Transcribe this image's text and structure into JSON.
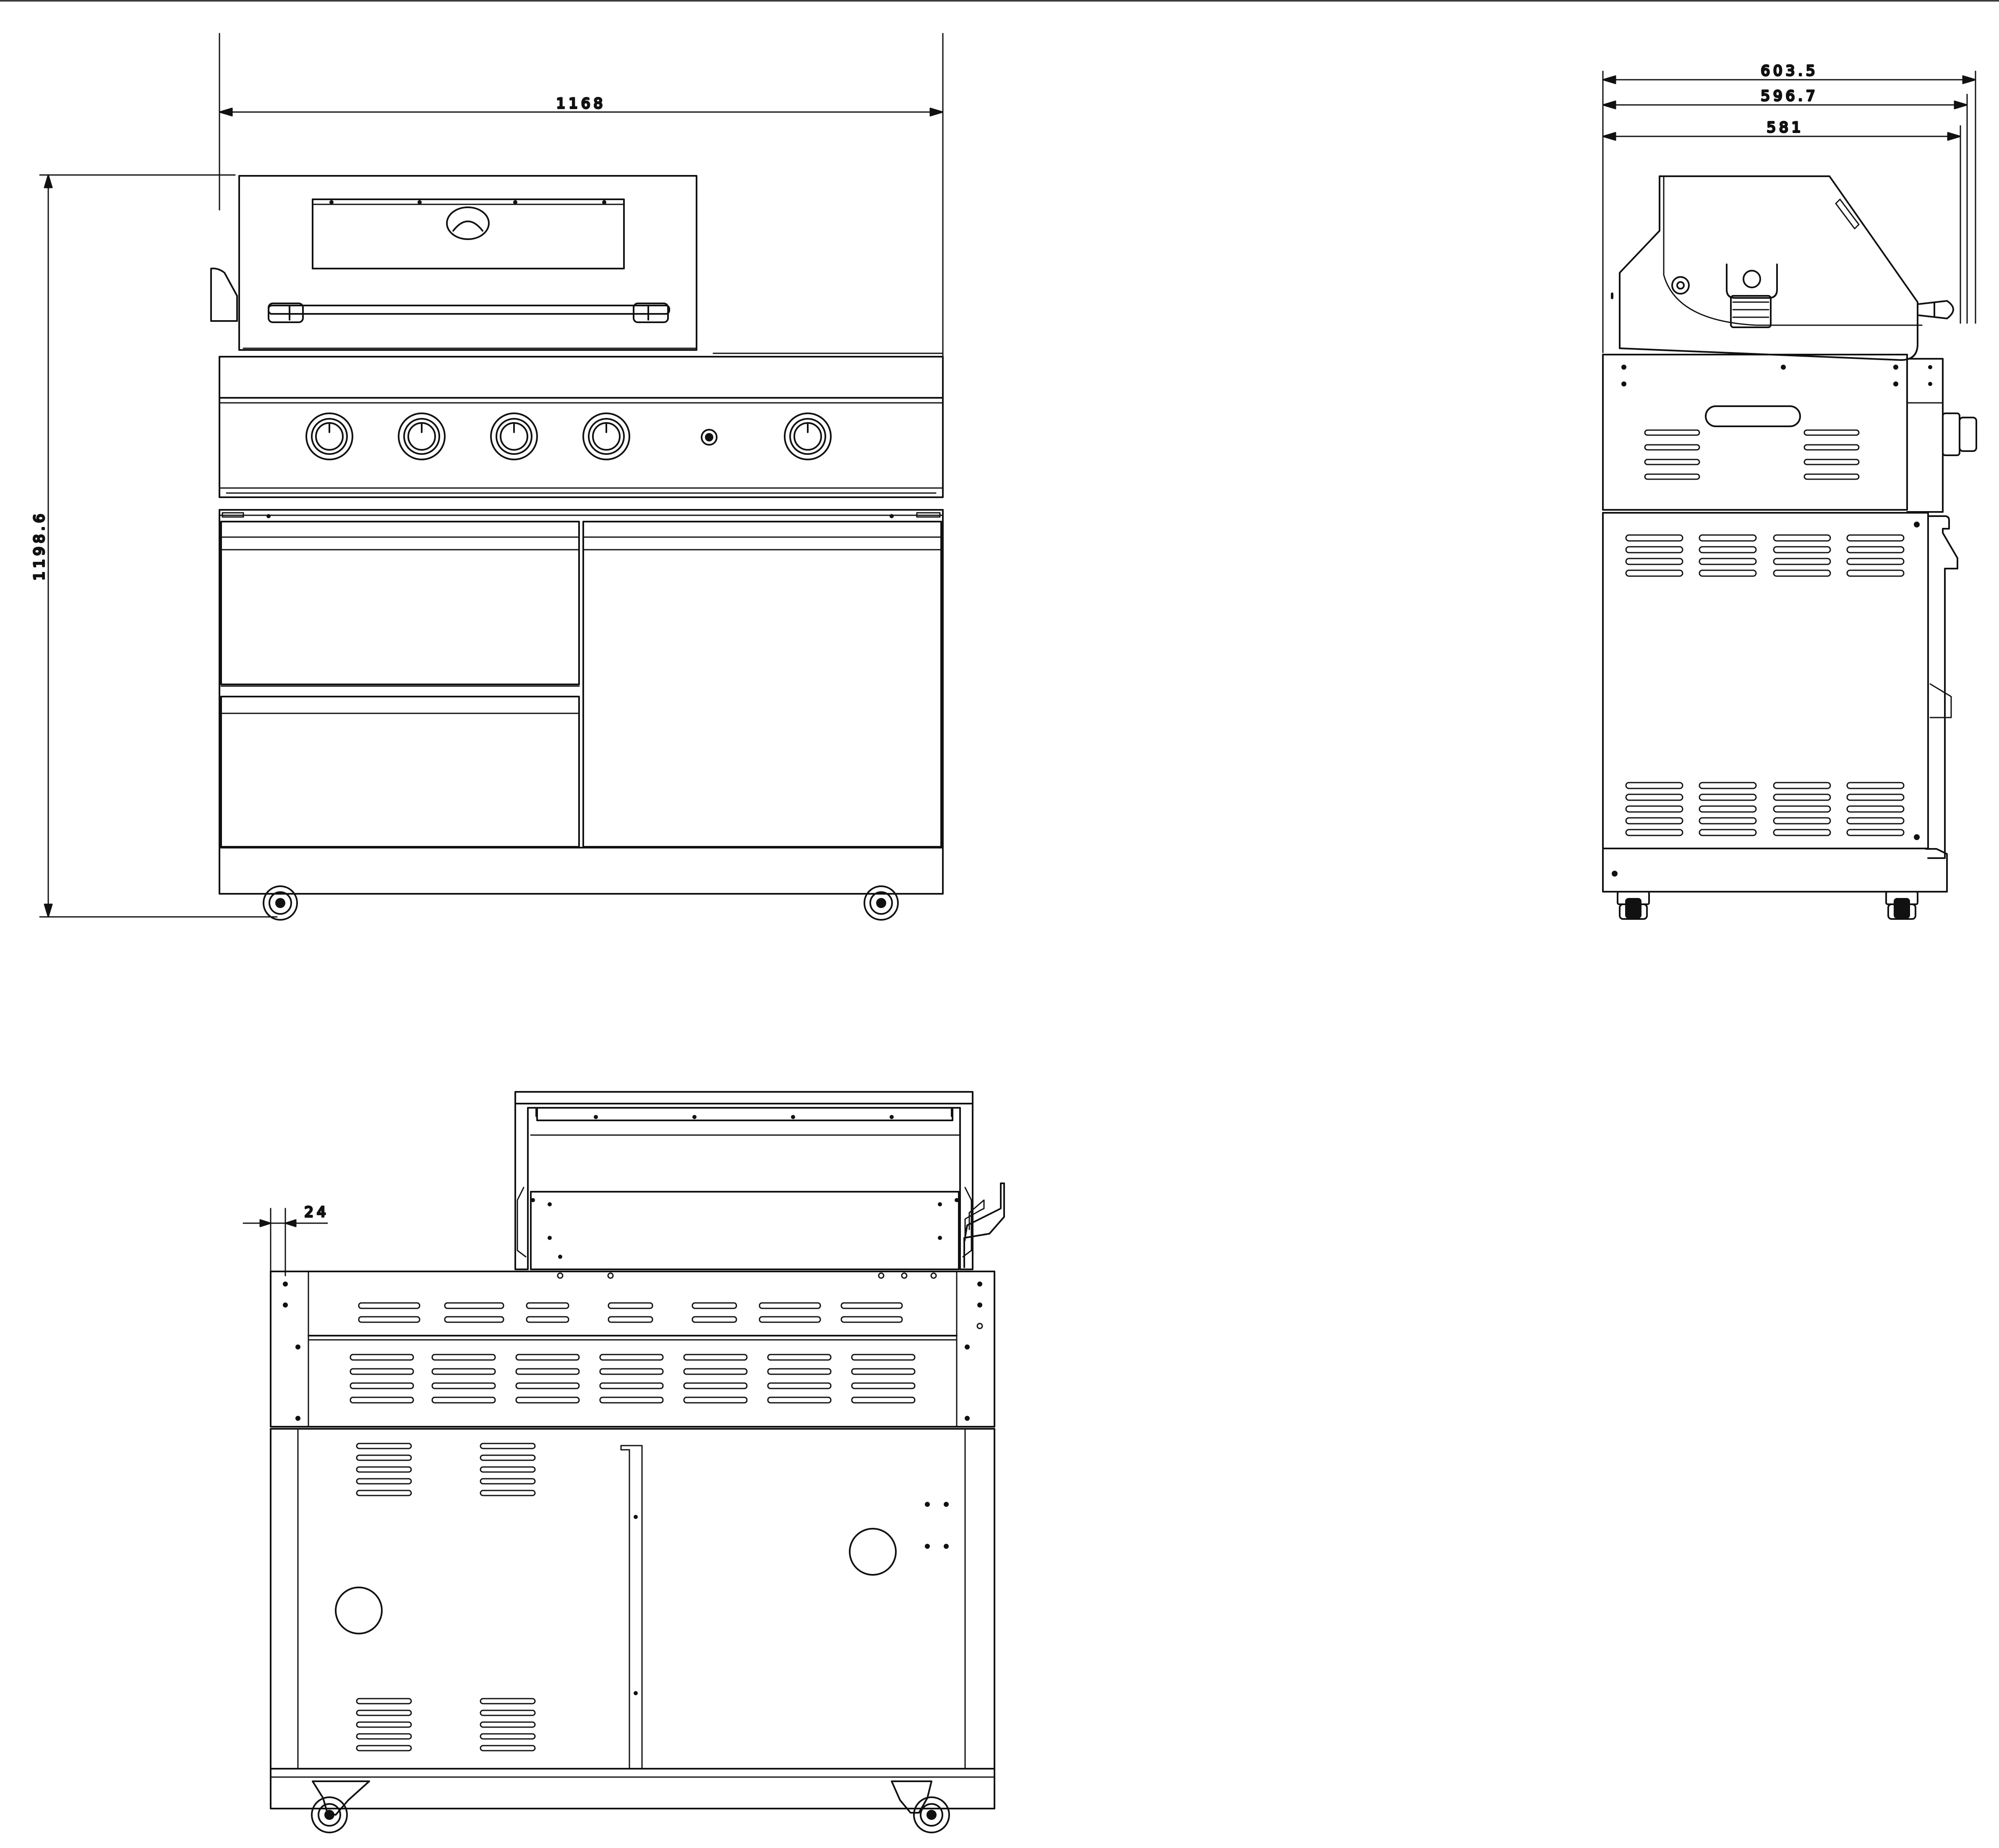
{
  "dimensions": {
    "front_width": "1168",
    "front_height": "1198.6",
    "side_width_overall": "603.5",
    "side_width_mid": "596.7",
    "side_width_body": "581",
    "rear_offset": "24"
  },
  "views": {
    "front": {
      "control_knobs": 5,
      "igniter_buttons": 1,
      "drawers": 2,
      "doors": 1,
      "wheels": 2
    },
    "side": {
      "upper_vent_groups": 4,
      "lower_vent_groups": 4,
      "wheels": 2
    },
    "rear": {
      "panel_holes": 2,
      "wheels": 2
    }
  },
  "colors": {
    "line": "#111111",
    "background": "#ffffff"
  }
}
